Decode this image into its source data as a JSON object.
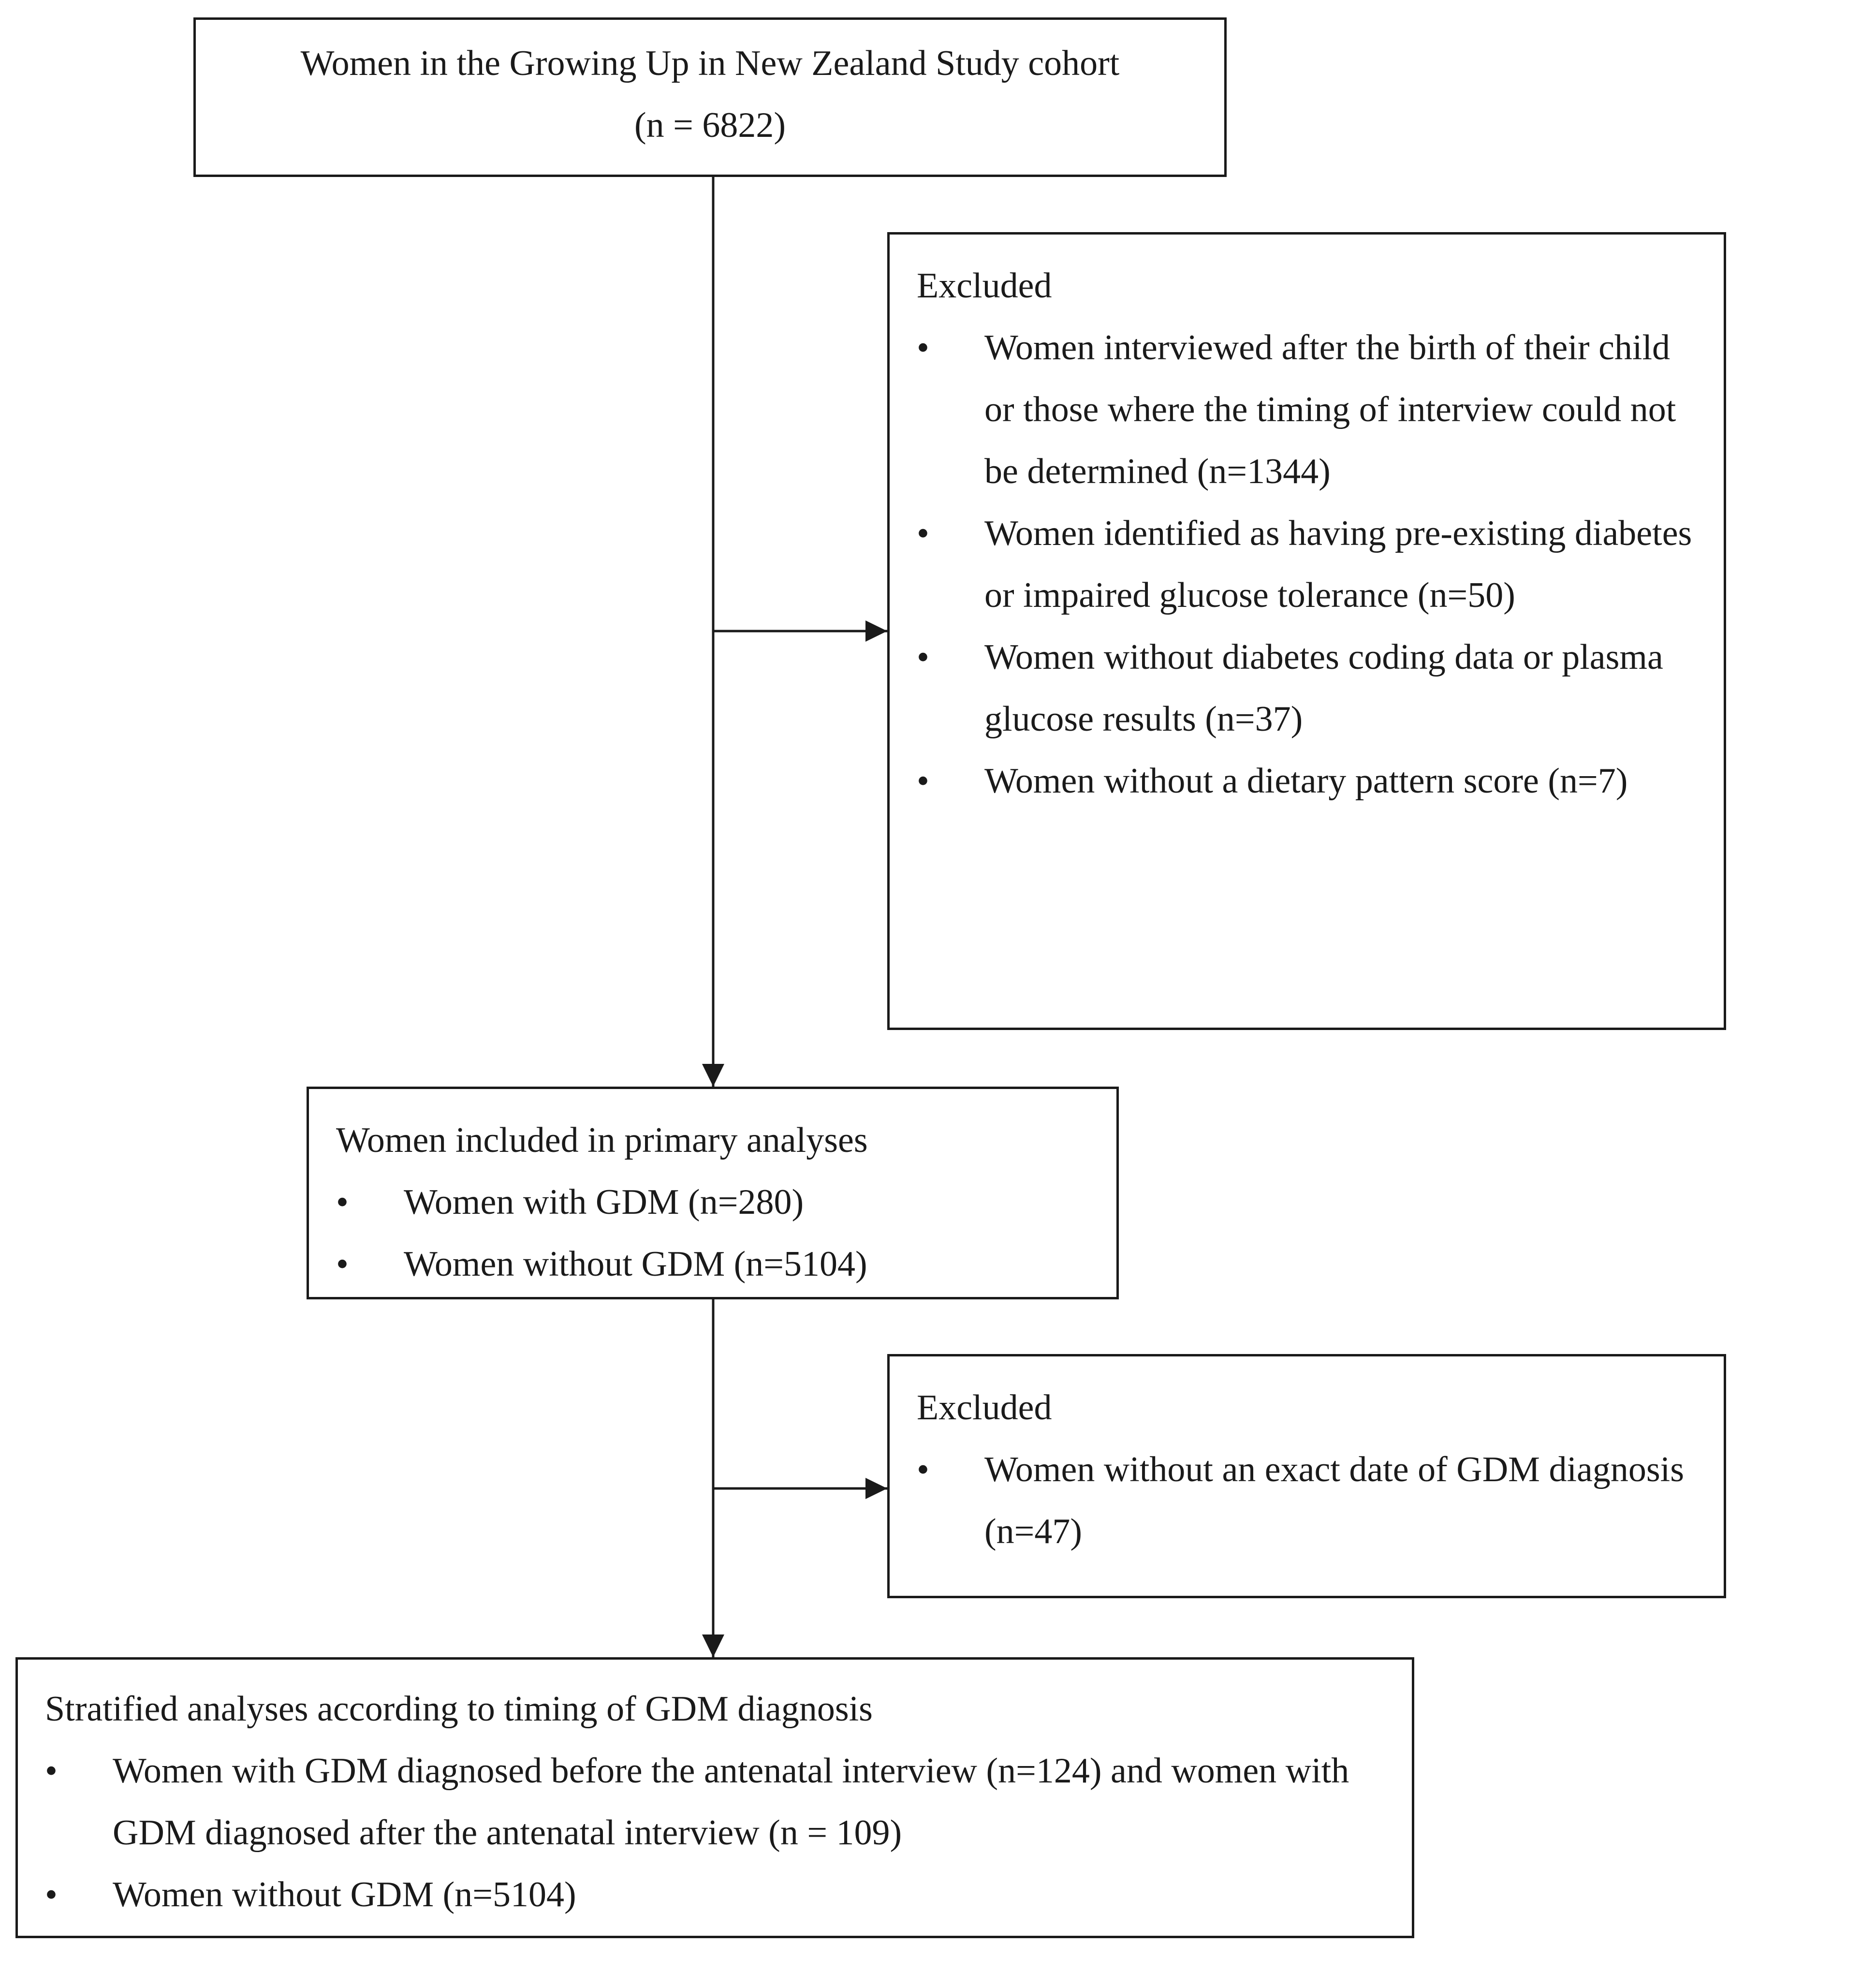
{
  "diagram": {
    "cohort": {
      "line1": "Women in the Growing Up in New Zealand Study cohort",
      "line2": "(n = 6822)"
    },
    "excluded_first": {
      "title": "Excluded",
      "bullet": "•",
      "items": [
        "Women interviewed after the birth of their child or those where the timing of interview could not be determined (n=1344)",
        "Women identified as having pre-existing diabetes or impaired glucose tolerance (n=50)",
        "Women without diabetes coding data or plasma glucose results (n=37)",
        "Women without a dietary pattern score (n=7)"
      ]
    },
    "primary": {
      "title": "Women included in primary analyses",
      "bullet": "•",
      "items": [
        "Women with GDM (n=280)",
        "Women without GDM (n=5104)"
      ]
    },
    "excluded_second": {
      "title": "Excluded",
      "bullet": "•",
      "items": [
        "Women without an exact date of GDM diagnosis (n=47)"
      ]
    },
    "stratified": {
      "title": "Stratified analyses according to timing of GDM diagnosis",
      "bullet": "•",
      "items": [
        "Women with GDM diagnosed before the antenatal interview (n=124) and women with GDM diagnosed after the antenatal interview (n = 109)",
        "Women without GDM (n=5104)"
      ]
    }
  }
}
